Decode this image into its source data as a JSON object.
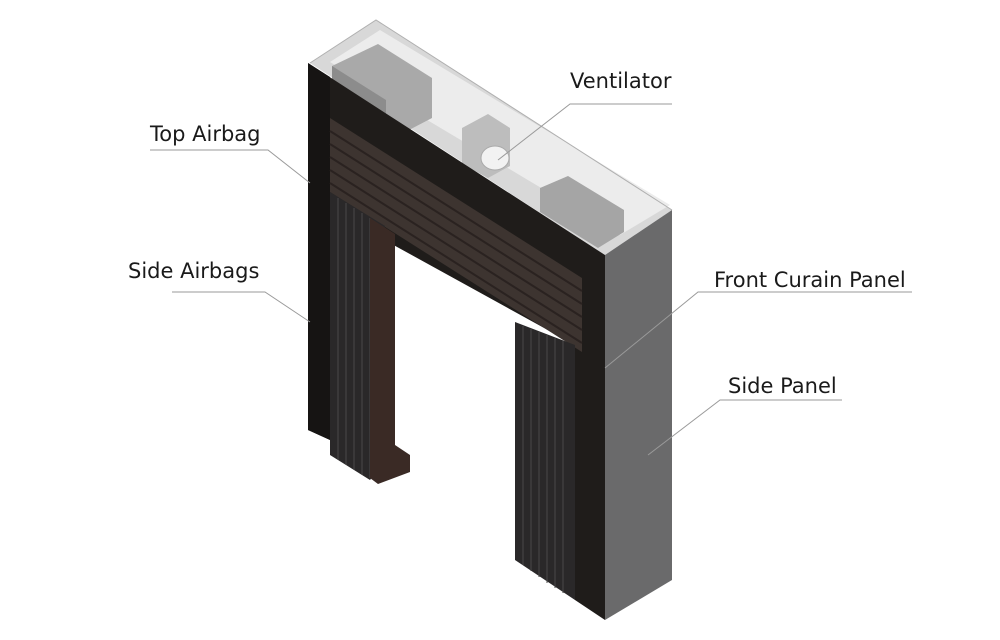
{
  "labels": {
    "ventilator": "Ventilator",
    "top_airbag": "Top Airbag",
    "side_airbags": "Side Airbags",
    "front_curtain_panel": "Front Curain Panel",
    "side_panel": "Side Panel"
  },
  "colors": {
    "frame_front": "#1f1c1a",
    "side_panel": "#6a6a6b",
    "top_face": "#c9c9c9",
    "top_airbag": "#3d3430",
    "side_airbag": "#2a2829",
    "leader_line": "#9a9a9a"
  }
}
